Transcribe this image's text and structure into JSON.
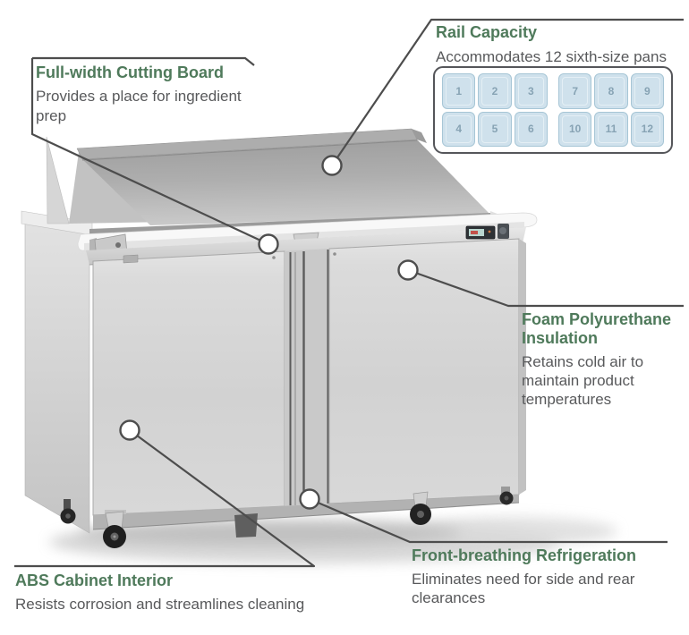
{
  "colors": {
    "title_green": "#4f7a5b",
    "body_gray": "#58595b",
    "leader_line_gray": "#4d4d4d",
    "pan_fill": "#cfe1ec",
    "pan_border": "#a7c6d6",
    "pan_number": "#87a3b4",
    "background": "#ffffff"
  },
  "callouts": {
    "cutting_board": {
      "title": "Full-width Cutting Board",
      "body": "Provides a place for ingredient prep"
    },
    "rail_capacity": {
      "title": "Rail Capacity",
      "body": "Accommodates 12 sixth-size pans"
    },
    "insulation": {
      "title": "Foam Polyurethane Insulation",
      "body": "Retains cold air to maintain product temperatures"
    },
    "cabinet_interior": {
      "title": "ABS Cabinet Interior",
      "body": "Resists corrosion and streamlines cleaning"
    },
    "refrigeration": {
      "title": "Front-breathing Refrigeration",
      "body": "Eliminates need for side and rear clearances"
    }
  },
  "rail_capacity_diagram": {
    "pan_groups": [
      [
        "1",
        "2",
        "3",
        "4",
        "5",
        "6"
      ],
      [
        "7",
        "8",
        "9",
        "10",
        "11",
        "12"
      ]
    ]
  }
}
